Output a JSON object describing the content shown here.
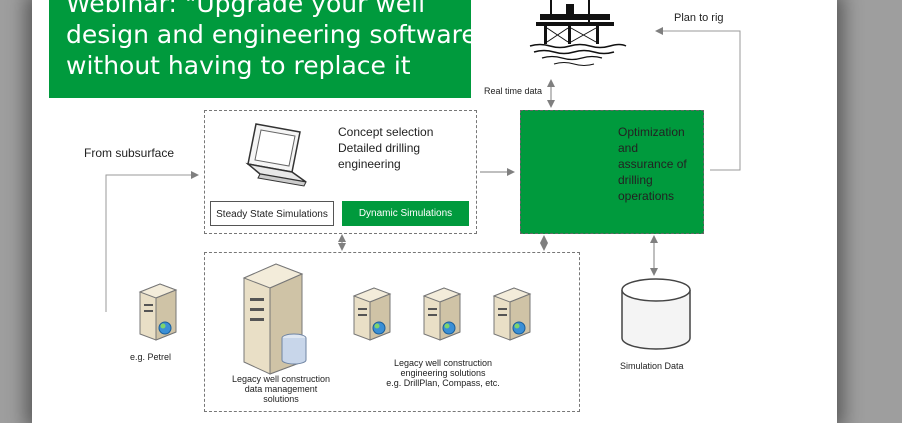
{
  "banner": {
    "lines": [
      "Webinar: \"Upgrade your well",
      "design and engineering software",
      "without having to replace it"
    ]
  },
  "labels": {
    "plan_to_rig": "Plan to rig",
    "real_time_data": "Real time data",
    "from_subsurface": "From subsurface",
    "concept": [
      "Concept selection",
      "Detailed drilling",
      "engineering"
    ],
    "steady_state": "Steady State Simulations",
    "dynamic": "Dynamic Simulations",
    "optimization": [
      "Optimization",
      "and",
      "assurance of",
      "drilling",
      "operations"
    ],
    "petrel": "e.g. Petrel",
    "legacy_data": [
      "Legacy well construction",
      "data management",
      "solutions"
    ],
    "legacy_eng": [
      "Legacy well construction",
      "engineering solutions",
      "e.g. DrillPlan, Compass, etc."
    ],
    "simulation_data": "Simulation Data"
  },
  "colors": {
    "green": "#009a3d",
    "arrow": "#7f7f7f"
  }
}
